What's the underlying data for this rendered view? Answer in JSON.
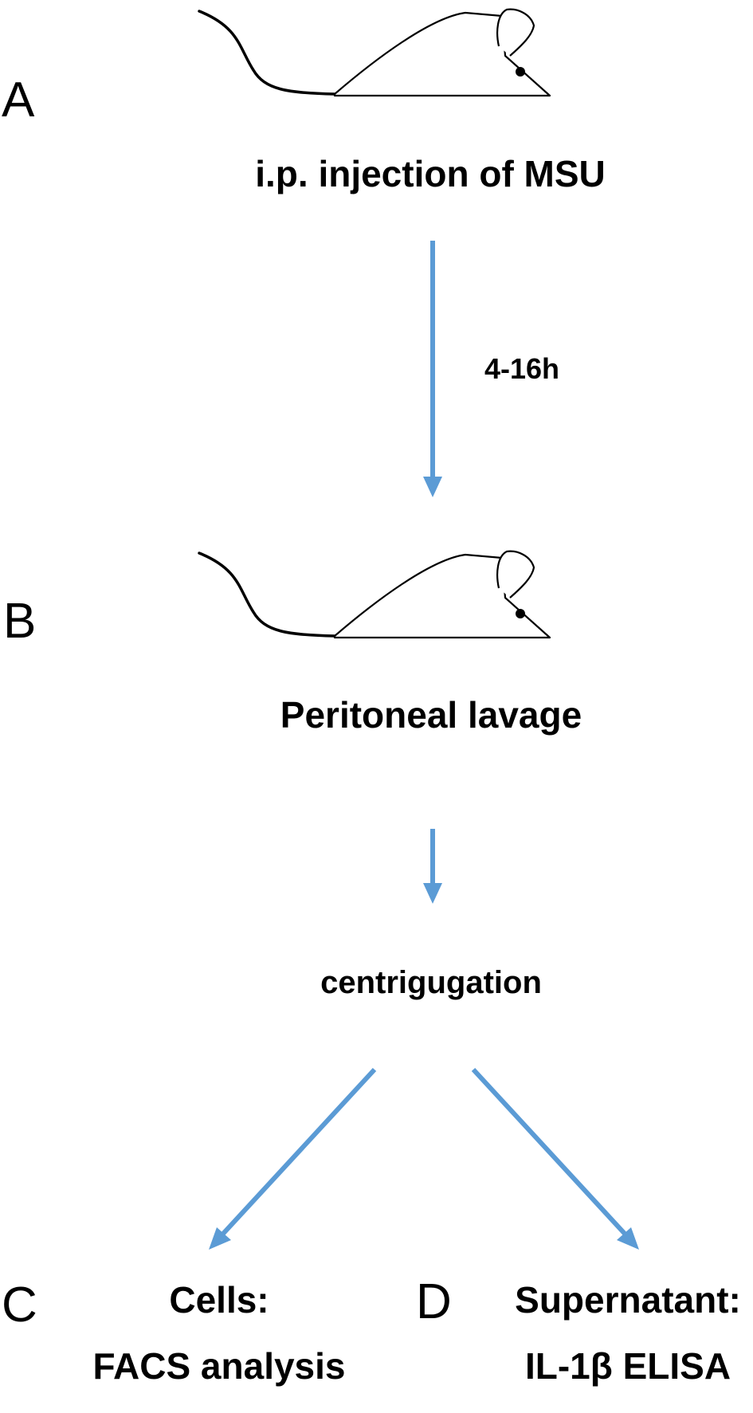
{
  "panels": {
    "a": {
      "letter": "A",
      "caption": "i.p. injection of MSU"
    },
    "b": {
      "letter": "B",
      "caption": "Peritoneal lavage"
    },
    "c": {
      "letter": "C",
      "line1": "Cells:",
      "line2": "FACS analysis"
    },
    "d": {
      "letter": "D",
      "line1": "Supernatant:",
      "line2": "IL-1β ELISA"
    }
  },
  "steps": {
    "interval_label": "4-16h",
    "process_label": "centrigugation"
  },
  "colors": {
    "arrow": "#5b9bd5",
    "text": "#000000",
    "background": "#ffffff"
  },
  "icons": {
    "mouse": "mouse-icon"
  }
}
